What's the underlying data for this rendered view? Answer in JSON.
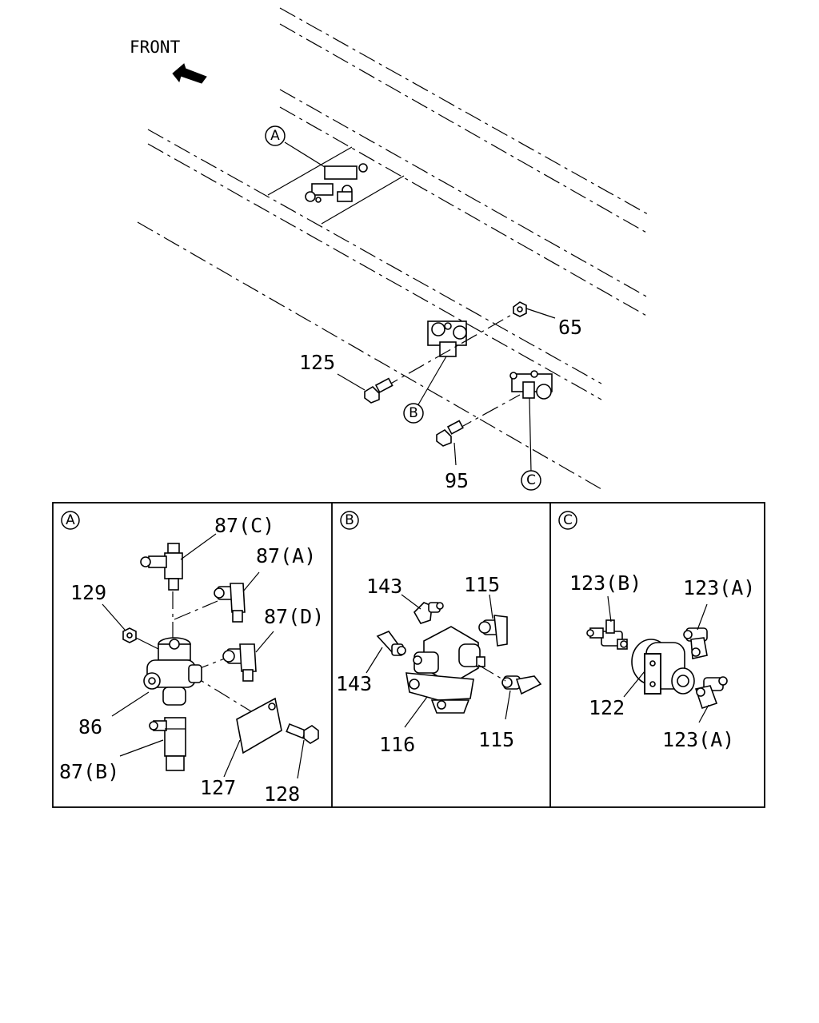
{
  "header": {
    "front_label": "FRONT"
  },
  "callouts": {
    "main_a": "A",
    "main_b": "B",
    "main_c": "C",
    "panel_a": "A",
    "panel_b": "B",
    "panel_c": "C"
  },
  "overview_labels": {
    "p65": "65",
    "p125": "125",
    "p95": "95"
  },
  "panel_a_labels": {
    "p87c": "87(C)",
    "p87a": "87(A)",
    "p87d": "87(D)",
    "p129": "129",
    "p86": "86",
    "p87b": "87(B)",
    "p127": "127",
    "p128": "128"
  },
  "panel_b_labels": {
    "p143_top": "143",
    "p115_top": "115",
    "p143_left": "143",
    "p116": "116",
    "p115_bottom": "115"
  },
  "panel_c_labels": {
    "p123b": "123(B)",
    "p123a_top": "123(A)",
    "p122": "122",
    "p123a_bottom": "123(A)"
  }
}
